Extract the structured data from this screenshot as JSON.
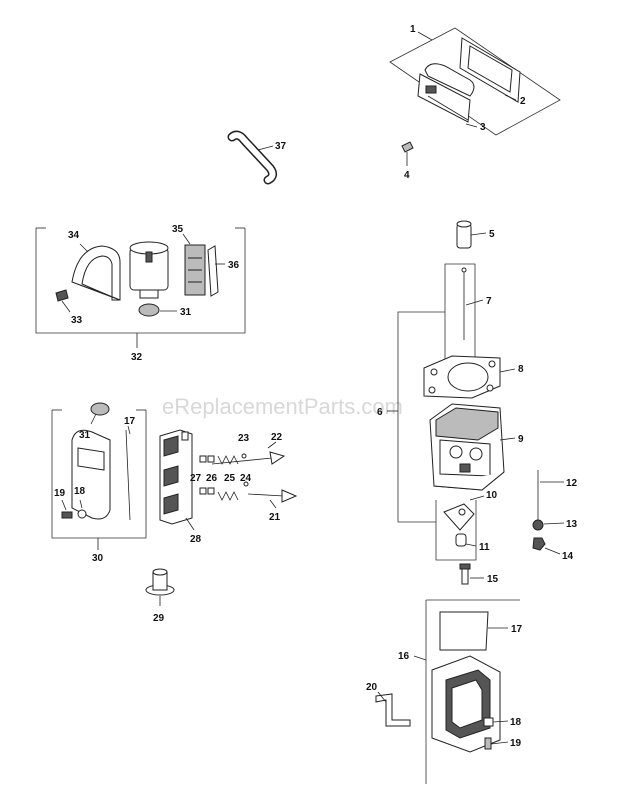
{
  "watermark": "eReplacementParts.com",
  "callouts": [
    {
      "id": "c1",
      "text": "1"
    },
    {
      "id": "c2",
      "text": "2"
    },
    {
      "id": "c3",
      "text": "3"
    },
    {
      "id": "c4",
      "text": "4"
    },
    {
      "id": "c37",
      "text": "37"
    },
    {
      "id": "c34",
      "text": "34"
    },
    {
      "id": "c35",
      "text": "35"
    },
    {
      "id": "c36",
      "text": "36"
    },
    {
      "id": "c33",
      "text": "33"
    },
    {
      "id": "c31a",
      "text": "31"
    },
    {
      "id": "c32",
      "text": "32"
    },
    {
      "id": "c5",
      "text": "5"
    },
    {
      "id": "c7",
      "text": "7"
    },
    {
      "id": "c8",
      "text": "8"
    },
    {
      "id": "c6",
      "text": "6"
    },
    {
      "id": "c9",
      "text": "9"
    },
    {
      "id": "c10",
      "text": "10"
    },
    {
      "id": "c11",
      "text": "11"
    },
    {
      "id": "c12",
      "text": "12"
    },
    {
      "id": "c13",
      "text": "13"
    },
    {
      "id": "c14",
      "text": "14"
    },
    {
      "id": "c15",
      "text": "15"
    },
    {
      "id": "c16",
      "text": "16"
    },
    {
      "id": "c17b",
      "text": "17"
    },
    {
      "id": "c20",
      "text": "20"
    },
    {
      "id": "c18b",
      "text": "18"
    },
    {
      "id": "c19b",
      "text": "19"
    },
    {
      "id": "c31b",
      "text": "31"
    },
    {
      "id": "c17a",
      "text": "17"
    },
    {
      "id": "c19a",
      "text": "19"
    },
    {
      "id": "c18a",
      "text": "18"
    },
    {
      "id": "c30",
      "text": "30"
    },
    {
      "id": "c28",
      "text": "28"
    },
    {
      "id": "c23",
      "text": "23"
    },
    {
      "id": "c22",
      "text": "22"
    },
    {
      "id": "c26",
      "text": "26"
    },
    {
      "id": "c25",
      "text": "25"
    },
    {
      "id": "c27",
      "text": "27"
    },
    {
      "id": "c24",
      "text": "24"
    },
    {
      "id": "c21",
      "text": "21"
    },
    {
      "id": "c29",
      "text": "29"
    }
  ]
}
